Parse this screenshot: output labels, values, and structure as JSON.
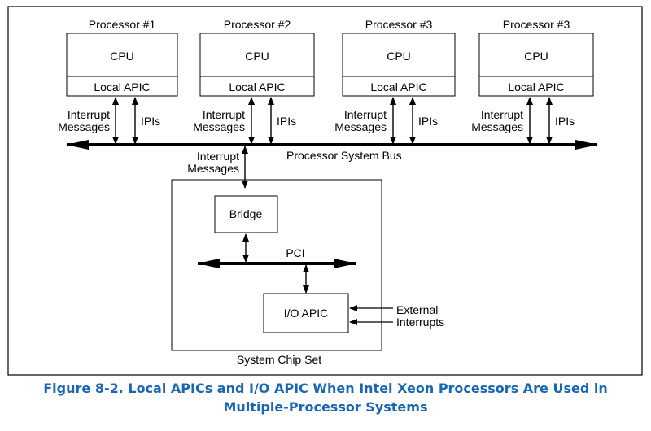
{
  "processors": [
    {
      "title": "Processor #1",
      "cpu": "CPU",
      "apic": "Local APIC",
      "interrupt_label": [
        "Interrupt",
        "Messages"
      ],
      "ipi_label": "IPIs"
    },
    {
      "title": "Processor #2",
      "cpu": "CPU",
      "apic": "Local APIC",
      "interrupt_label": [
        "Interrupt",
        "Messages"
      ],
      "ipi_label": "IPIs"
    },
    {
      "title": "Processor #3",
      "cpu": "CPU",
      "apic": "Local APIC",
      "interrupt_label": [
        "Interrupt",
        "Messages"
      ],
      "ipi_label": "IPIs"
    },
    {
      "title": "Processor #3",
      "cpu": "CPU",
      "apic": "Local APIC",
      "interrupt_label": [
        "Interrupt",
        "Messages"
      ],
      "ipi_label": "IPIs"
    }
  ],
  "bus": {
    "label": "Processor System Bus"
  },
  "bus_to_chipset": {
    "label": [
      "Interrupt",
      "Messages"
    ]
  },
  "chipset": {
    "label": "System Chip Set",
    "bridge": "Bridge",
    "pci": "PCI",
    "io_apic": "I/O APIC",
    "external": [
      "External",
      "Interrupts"
    ]
  },
  "caption": [
    "Figure 8-2.  Local APICs and I/O APIC When Intel Xeon Processors Are Used in",
    "Multiple-Processor Systems"
  ]
}
